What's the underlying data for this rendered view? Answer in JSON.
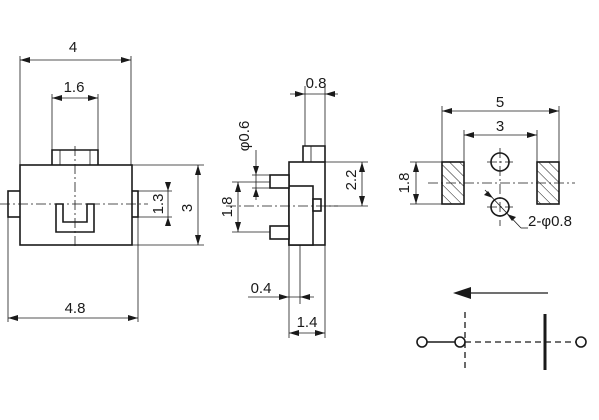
{
  "front_view": {
    "dim_width": "4",
    "dim_actuator": "1.6",
    "dim_overall_width": "4.8",
    "dim_terminal": "1.3",
    "dim_height": "3"
  },
  "side_view": {
    "dim_top": "0.8",
    "dim_pin_dia": "φ0.6",
    "dim_height": "2.2",
    "dim_pin_pitch": "1.8",
    "dim_lead": "0.4",
    "dim_depth": "1.4"
  },
  "pcb_layout": {
    "dim_pad_span": "5",
    "dim_hole_span": "3",
    "dim_pad_height": "1.8",
    "dim_holes": "2-φ0.8"
  },
  "colors": {
    "line": "#1a1a1a",
    "background": "#ffffff"
  },
  "icons": [
    "right-arrow-icon",
    "switch-symbol-icon"
  ]
}
